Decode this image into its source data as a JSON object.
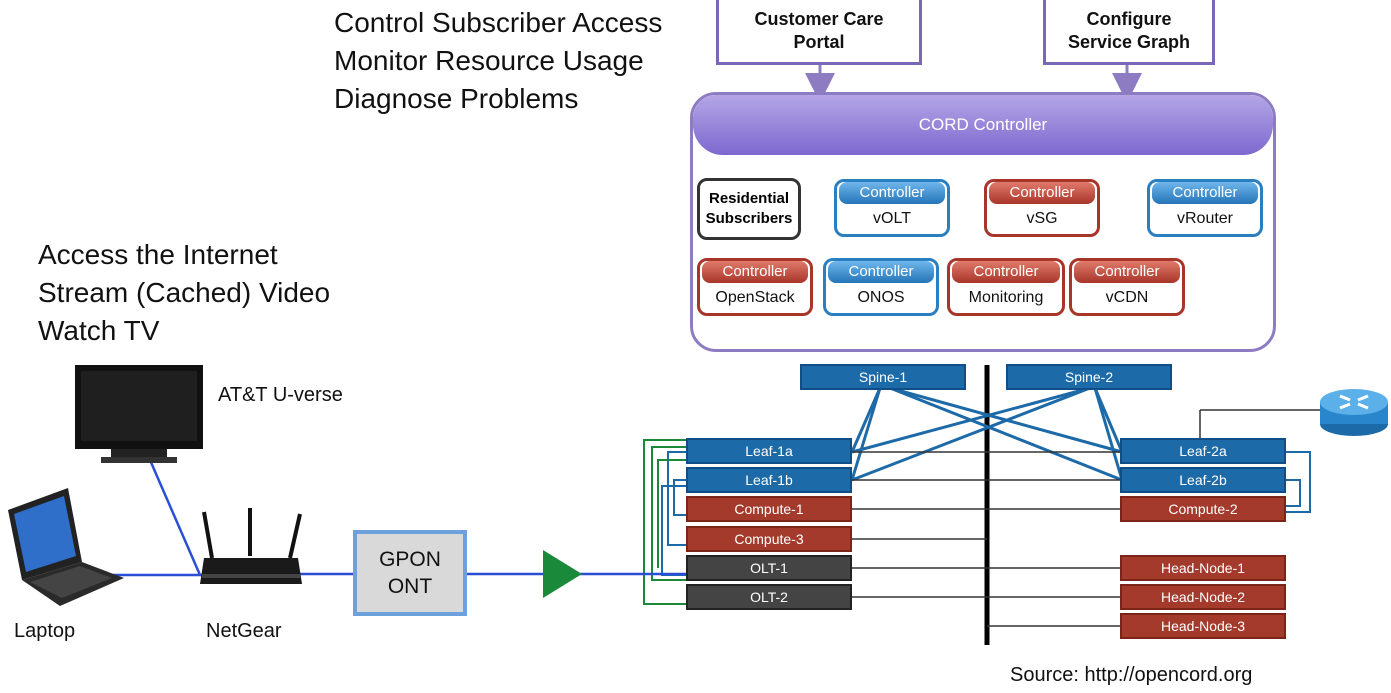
{
  "top_goals": [
    "Control Subscriber Access",
    "Monitor Resource Usage",
    "Diagnose Problems"
  ],
  "left_goals": [
    "Access the Internet",
    "Stream (Cached) Video",
    "Watch TV"
  ],
  "portals": {
    "customer_care": "Customer Care Portal",
    "service_graph": "Configure Service Graph"
  },
  "cord_controller": "CORD Controller",
  "residential": "Residential Subscribers",
  "controller_label": "Controller",
  "services": {
    "volt": "vOLT",
    "vsg": "vSG",
    "vrouter": "vRouter",
    "openstack": "OpenStack",
    "onos": "ONOS",
    "monitoring": "Monitoring",
    "vcdn": "vCDN"
  },
  "fabric": {
    "spine1": "Spine-1",
    "spine2": "Spine-2",
    "leaf1a": "Leaf-1a",
    "leaf1b": "Leaf-1b",
    "leaf2a": "Leaf-2a",
    "leaf2b": "Leaf-2b",
    "compute1": "Compute-1",
    "compute2": "Compute-2",
    "compute3": "Compute-3",
    "olt1": "OLT-1",
    "olt2": "OLT-2",
    "head1": "Head-Node-1",
    "head2": "Head-Node-2",
    "head3": "Head-Node-3"
  },
  "devices": {
    "tv_label": "AT&T U-verse",
    "laptop_label": "Laptop",
    "router_label": "NetGear",
    "gpon_label": "GPON ONT"
  },
  "source": "Source: http://opencord.org",
  "colors": {
    "purple": "#8e7cc3",
    "blue": "#1d6aa8",
    "red": "#a33a2c",
    "green": "#1a8a3a"
  }
}
